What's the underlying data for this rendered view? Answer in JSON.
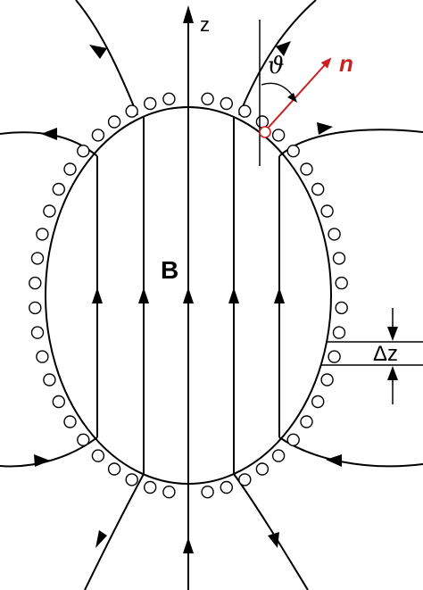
{
  "labels": {
    "axis": "z",
    "field": "B",
    "angle": "ϑ",
    "normal": "n",
    "spacing": "Δz"
  },
  "colors": {
    "line": "#000000",
    "normal": "#cc1f1f",
    "background": "#ffffff"
  },
  "icons": {
    "arrowhead": "filled-triangle-arrowhead",
    "winding": "hollow-circle"
  }
}
